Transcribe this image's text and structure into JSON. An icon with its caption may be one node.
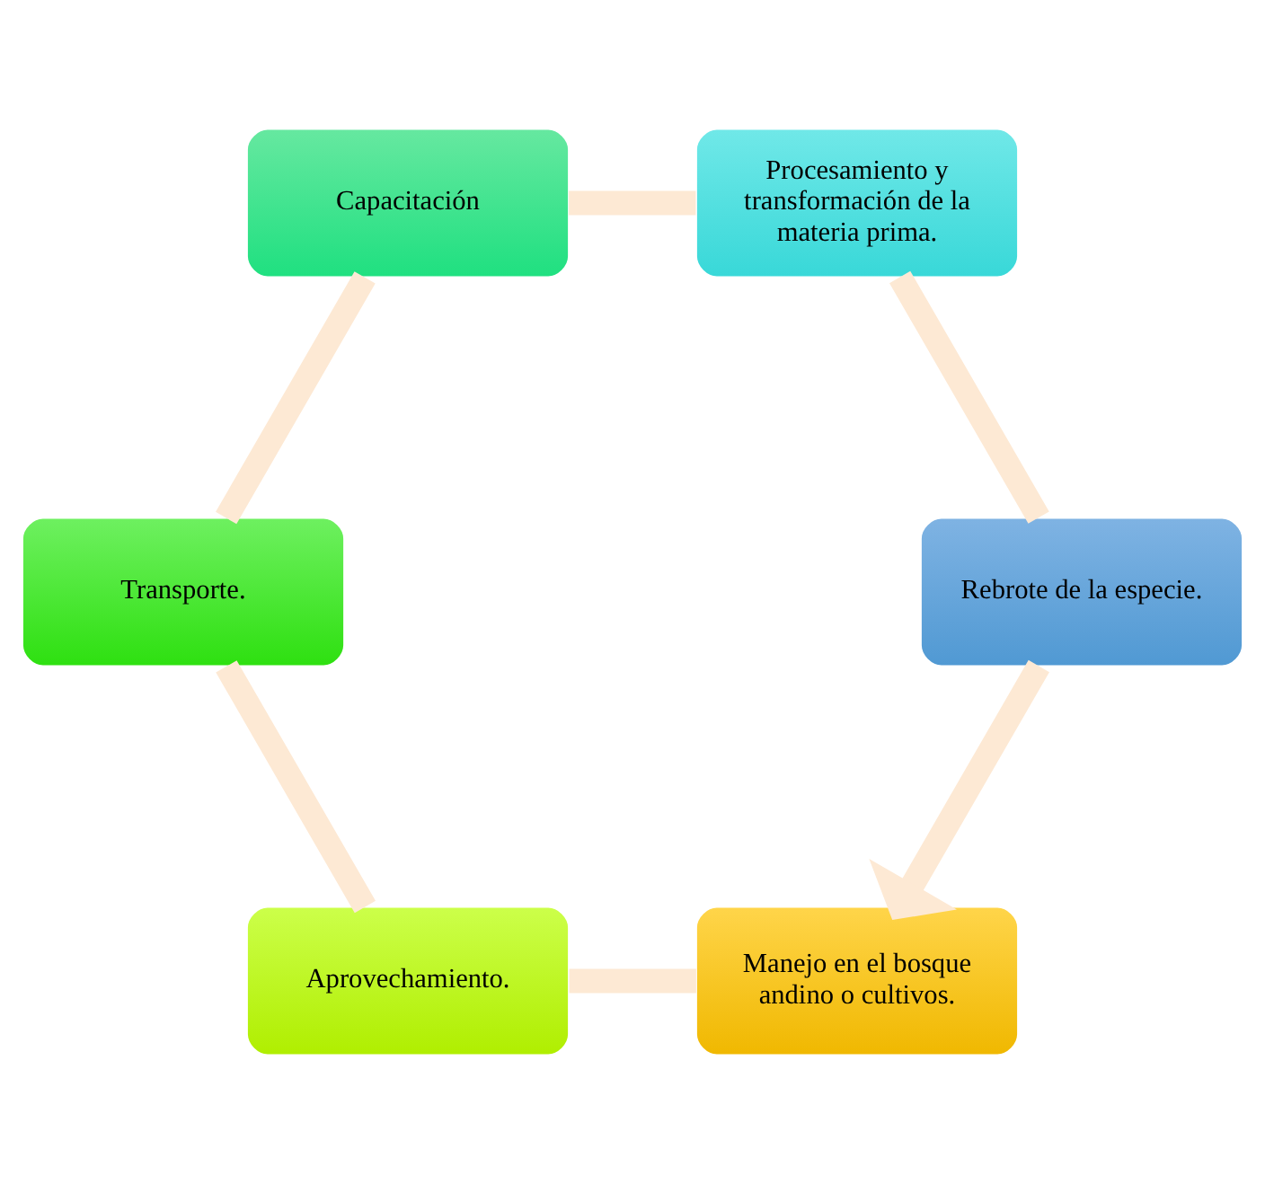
{
  "diagram": {
    "nodes": [
      {
        "text": [
          "Manejo en el bosque andino o cultivos."
        ]
      },
      {
        "text": [
          "Aprovechamiento."
        ]
      },
      {
        "text": [
          "Transporte."
        ]
      },
      {
        "text": [
          "Capacitación"
        ]
      },
      {
        "text": [
          "Procesamiento y transformación de la materia prima."
        ]
      },
      {
        "text": [
          "Rebrote de la especie."
        ]
      }
    ],
    "edges": [
      {
        "from": 0,
        "to": 1,
        "arrow": "none"
      },
      {
        "from": 1,
        "to": 2,
        "arrow": "none"
      },
      {
        "from": 2,
        "to": 3,
        "arrow": "none"
      },
      {
        "from": 3,
        "to": 4,
        "arrow": "none"
      },
      {
        "from": 4,
        "to": 5,
        "arrow": "none"
      },
      {
        "from": 5,
        "to": 0,
        "arrow": "to"
      }
    ]
  }
}
